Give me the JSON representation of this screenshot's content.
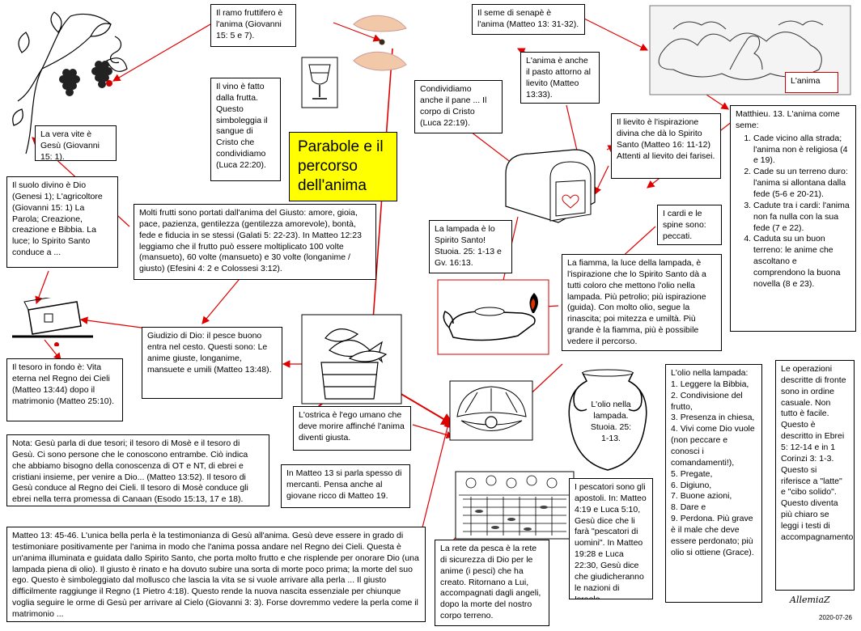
{
  "title": "Parabole e il percorso dell'anima",
  "signature": "AllemiaZ",
  "date": "2020-07-26",
  "colors": {
    "arrow": "#e00000",
    "title_bg": "#ffff00"
  },
  "texts": {
    "vera_vite": "La vera vite è Gesù (Giovanni 15: 1).",
    "ramo": "Il ramo fruttifero è l'anima (Giovanni 15: 5 e 7).",
    "senape": "Il seme di senapè è l'anima (Matteo 13: 31-32).",
    "anima_label": "L'anima",
    "pasto": "L'anima è anche il pasto attorno al lievito (Matteo 13:33).",
    "vino": "Il vino è fatto dalla frutta. Questo simboleggia il sangue di Cristo che condividiamo (Luca 22:20).",
    "pane": "Condividiamo anche il pane ... Il corpo di Cristo (Luca 22:19).",
    "lievito": "Il lievito è l'ispirazione divina che dà lo Spirito Santo (Matteo 16: 11-12) Attenti al lievito dei farisei.",
    "suolo": "Il suolo divino è Dio (Genesi 1); L'agricoltore (Giovanni 15: 1) La Parola; Creazione, creazione e Bibbia. La luce; lo Spirito Santo conduce a ...",
    "frutti": "Molti frutti sono portati dall'anima del Giusto: amore, gioia, pace, pazienza, gentilezza (gentilezza amorevole), bontà, fede e fiducia in se stessi (Galati 5: 22-23). In Matteo 12:23 leggiamo che il frutto può essere moltiplicato 100 volte (mansueto), 60 volte (mansueto) e 30 volte (longanime / giusto) (Efesini 4: 2 e Colossesi 3:12).",
    "cardi": "I cardi e le spine sono: peccati.",
    "lampada": "La lampada è lo Spirito Santo! Stuoia. 25: 1-13 e Gv. 16:13.",
    "fiamma": "La fiamma, la luce della lampada, è l'ispirazione che lo Spirito Santo dà a tutti coloro che mettono l'olio nella lampada. Più petrolio; più ispirazione (guida). Con molto olio, segue la rinascita; poi mitezza e umiltà. Più grande è la fiamma, più è possibile vedere il percorso.",
    "tesoro": "Il tesoro in fondo è: Vita eterna nel Regno dei Cieli (Matteo 13:44) dopo il matrimonio (Matteo 25:10).",
    "giudizio": "Giudizio di Dio: il pesce buono entra nel cesto. Questi sono: Le anime giuste, longanime, mansuete e umili (Matteo 13:48).",
    "ostrica": "L'ostrica è l'ego umano che deve morire affinché l'anima diventi giusta.",
    "olio_box": "L'olio nella lampada. Stuoia. 25: 1-13.",
    "nota": "Nota: Gesù parla di due tesori; il tesoro di Mosè e il tesoro di Gesù. Ci sono persone che le conoscono entrambe. Ciò indica che abbiamo bisogno della conoscenza di OT e NT, di ebrei e cristiani insieme, per venire a Dio... (Matteo 13:52). Il tesoro di Gesù conduce al Regno dei Cieli. Il tesoro di Mosè conduce gli ebrei nella terra promessa di Canaan (Esodo 15:13, 17 e 18).",
    "mercanti": "In Matteo 13 si parla spesso di mercanti. Pensa anche al giovane ricco di Matteo 19.",
    "pescatori": "I pescatori sono gli apostoli. In: Matteo 4:19 e Luca 5:10, Gesù dice che li farà \"pescatori di uomini\". In Matteo 19:28 e Luca 22:30, Gesù dice che giudicheranno le nazioni di Israele.",
    "perla": "Matteo 13: 45-46. L'unica bella perla è la testimonianza di Gesù all'anima. Gesù deve essere in grado di testimoniare positivamente per l'anima in modo che l'anima possa andare nel Regno dei Cieli. Questa è un'anima illuminata e guidata dallo Spirito Santo, che porta molto frutto e che risplende per onorare Dio (una lampada piena di olio). Il giusto è rinato e ha dovuto subire una sorta di morte poco prima; la morte del suo ego. Questo è simboleggiato dal mollusco che lascia la vita se si vuole arrivare alla perla ... Il giusto difficilmente raggiunge il Regno (1 Pietro 4:18). Questo rende la nuova nascita essenziale per chiunque voglia seguire le orme di Gesù per arrivare al Cielo (Giovanni 3: 3). Forse dovremmo vedere la perla come il matrimonio ...",
    "rete": "La rete da pesca è la rete di sicurezza di Dio per le anime (i pesci) che ha creato. Ritornano a Lui, accompagnati dagli angeli, dopo la morte del nostro corpo terreno.",
    "operazioni": "Le operazioni descritte di fronte sono in ordine casuale. Non tutto è facile. Questo è descritto in Ebrei 5: 12-14 e in 1 Corinzi 3: 1-3. Questo si riferisce a \"latte\" e \"cibo solido\". Questo diventa più chiaro se leggi i testi di accompagnamento."
  },
  "matthieu": {
    "intro": "Matthieu. 13. L'anima come seme:",
    "items": [
      "Cade vicino alla strada; l'anima non è religiosa (4 e 19).",
      "Cade su un terreno duro: l'anima si allontana dalla fede (5-6 e 20-21).",
      "Cadute tra i cardi: l'anima non fa nulla con la sua fede (7 e 22).",
      "Caduta su un buon terreno: le anime che ascoltano e comprendono la buona novella (8 e 23)."
    ]
  },
  "olio_list": {
    "intro": "L'olio nella lampada:",
    "items": [
      "Leggere la Bibbia,",
      "Condivisione del frutto,",
      "Presenza in chiesa,",
      "Vivi come Dio vuole (non peccare e conosci i comandamenti!),",
      "Pregate,",
      "Digiuno,",
      "Buone azioni,",
      "Dare e",
      "Perdona. Più grave è il male che deve essere perdonato; più olio si ottiene (Grace)."
    ]
  }
}
